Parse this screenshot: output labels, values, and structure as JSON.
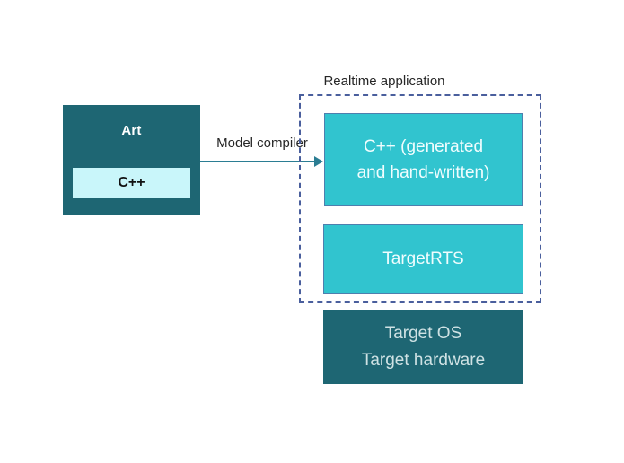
{
  "diagram": {
    "art_box": {
      "title": "Art",
      "inner_label": "C++"
    },
    "arrow_label": "Model compiler",
    "realtime_group": {
      "title": "Realtime application",
      "boxes": [
        {
          "name": "cpp-generated",
          "lines": [
            "C++ (generated",
            "and hand-written)"
          ]
        },
        {
          "name": "targetrts",
          "lines": [
            "TargetRTS"
          ]
        }
      ]
    },
    "target_box": {
      "lines": [
        "Target OS",
        "Target hardware"
      ]
    }
  },
  "colors": {
    "dark_teal": "#1e6673",
    "cyan": "#31c4cf",
    "light_cyan": "#c9f6fa",
    "cyan_border": "#4e7fae",
    "dashed_border": "#4a5f9d",
    "arrow": "#2b7d93",
    "label_text": "#262626",
    "box_text": "#f0fdfe",
    "target_text": "#cfe2e4",
    "inner_text": "#121212"
  }
}
